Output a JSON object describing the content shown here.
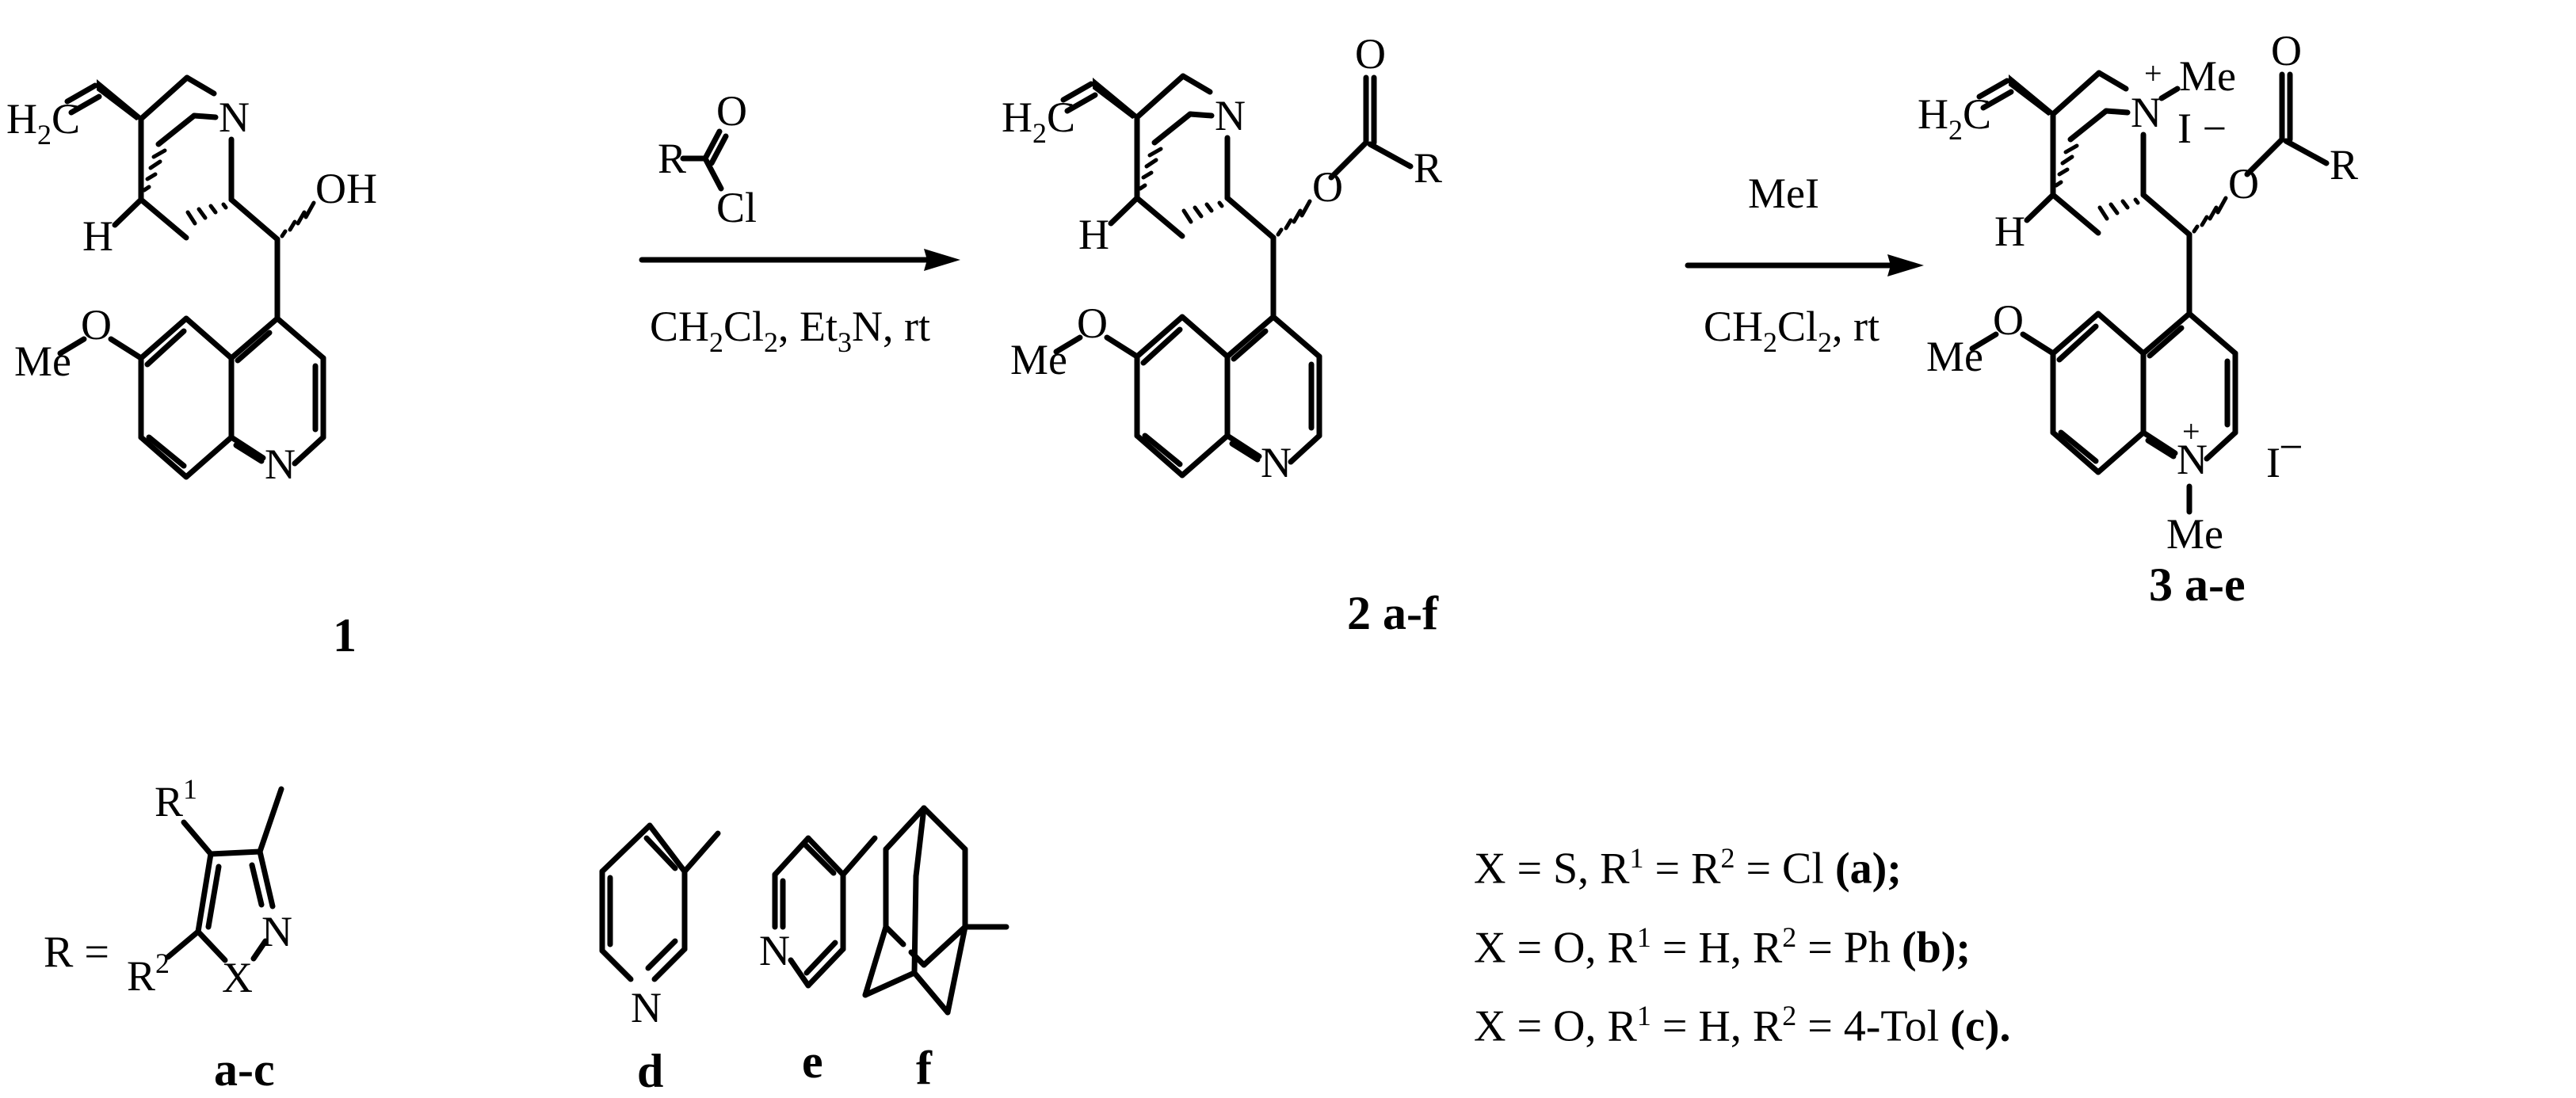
{
  "scheme": {
    "compounds": [
      {
        "id": "1",
        "label": "1",
        "substituents": [
          "H2C",
          "H",
          "OH",
          "Me",
          "O",
          "N",
          "N"
        ]
      },
      {
        "id": "2",
        "label": "2 a-f",
        "substituents": [
          "H2C",
          "H",
          "O",
          "O",
          "R",
          "Me",
          "N",
          "N"
        ]
      },
      {
        "id": "3",
        "label": "3 a-e",
        "substituents": [
          "H2C",
          "H",
          "O",
          "O",
          "R",
          "Me",
          "Me",
          "Me",
          "N+",
          "N+",
          "I−",
          "I−"
        ]
      }
    ],
    "arrow1": {
      "reagent_above": "RC(O)Cl",
      "reagent_above_parts": {
        "R": "R",
        "O": "O",
        "Cl": "Cl"
      },
      "conditions_below": "CH2Cl2, Et3N, rt",
      "conditions_parts": {
        "a": "CH",
        "a_sub": "2",
        "b": "Cl",
        "b_sub": "2",
        "c": ", Et",
        "c_sub": "3",
        "d": "N, rt"
      }
    },
    "arrow2": {
      "reagent_above": "MeI",
      "conditions_below": "CH2Cl2, rt",
      "conditions_parts": {
        "a": "CH",
        "a_sub": "2",
        "b": "Cl",
        "b_sub": "2",
        "c": ", rt"
      }
    }
  },
  "rgroups": {
    "prefix": "R =",
    "items": [
      {
        "id": "a-c",
        "label": "a-c",
        "name": "3-substituted isoxazole / isothiazole",
        "atoms": {
          "R1": "R",
          "R1_sup": "1",
          "R2": "R",
          "R2_sup": "2",
          "X": "X",
          "N": "N"
        }
      },
      {
        "id": "d",
        "label": "d",
        "name": "3-pyridyl",
        "atoms": {
          "N": "N"
        }
      },
      {
        "id": "e",
        "label": "e",
        "name": "4-pyridyl",
        "atoms": {
          "N": "N"
        }
      },
      {
        "id": "f",
        "label": "f",
        "name": "1-adamantyl",
        "atoms": {}
      }
    ],
    "definitions": [
      {
        "x": "S",
        "r1": "Cl",
        "r2": "Cl",
        "id": "a",
        "text": "X = S,  R1 = R2 = Cl (a);"
      },
      {
        "x": "O",
        "r1": "H",
        "r2": "Ph",
        "id": "b",
        "text": "X = O, R1 = H, R2 = Ph (b);"
      },
      {
        "x": "O",
        "r1": "H",
        "r2": "4-Tol",
        "id": "c",
        "text": "X = O, R1 = H, R2 = 4-Tol (c)."
      }
    ],
    "definition_parts": [
      {
        "p1": "X = S,  R",
        "s1": "1",
        "p2": " = R",
        "s2": "2",
        "p3": " = Cl ",
        "tag": "(a)",
        "end": ";"
      },
      {
        "p1": "X = O, R",
        "s1": "1",
        "p2": " = H, R",
        "s2": "2",
        "p3": " = Ph ",
        "tag": "(b)",
        "end": ";"
      },
      {
        "p1": "X = O, R",
        "s1": "1",
        "p2": " = H, R",
        "s2": "2",
        "p3": " = 4-Tol ",
        "tag": "(c)",
        "end": "."
      }
    ]
  },
  "colors": {
    "ink": "#000000",
    "background": "#ffffff"
  }
}
